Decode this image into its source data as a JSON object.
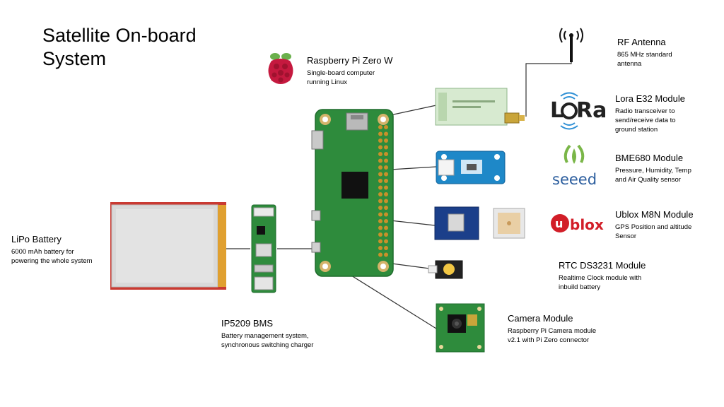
{
  "title": {
    "line1": "Satellite On-board",
    "line2": "System"
  },
  "components": {
    "pi": {
      "name": "Raspberry Pi Zero W",
      "desc": [
        "Single-board computer",
        "running Linux"
      ]
    },
    "rf": {
      "name": "RF Antenna",
      "desc": [
        "865 MHz standard",
        "antenna"
      ]
    },
    "lora": {
      "name": "Lora E32 Module",
      "desc": [
        "Radio transceiver to",
        "send/receive data to",
        "ground station"
      ],
      "logo": "LoRa"
    },
    "bme": {
      "name": "BME680 Module",
      "desc": [
        "Pressure, Humidity, Temp",
        "and Air Quality sensor"
      ],
      "logo": "seeed"
    },
    "ublox": {
      "name": "Ublox M8N Module",
      "desc": [
        "GPS Position and altitude",
        "Sensor"
      ],
      "logo": "blox"
    },
    "rtc": {
      "name": "RTC DS3231 Module",
      "desc": [
        "Realtime Clock module with",
        "inbuild battery"
      ]
    },
    "camera": {
      "name": "Camera Module",
      "desc": [
        "Raspberry Pi Camera module",
        "v2.1 with Pi Zero connector"
      ]
    },
    "bms": {
      "name": "IP5209 BMS",
      "desc": [
        "Battery management system,",
        "synchronous switching charger"
      ]
    },
    "battery": {
      "name": "LiPo Battery",
      "desc": [
        "6000 mAh battery for",
        "powering the whole system"
      ]
    }
  },
  "colors": {
    "pcb_green": "#2e8b3c",
    "pcb_dark": "#1f6b2c",
    "header_gold": "#c9902a",
    "lora_green": "#d7ead0",
    "grove_blue": "#1e88c8",
    "gps_blue": "#1b3f8a",
    "battery_silver": "#d9d9d9",
    "battery_red": "#c93a32",
    "raspberry_red": "#c5193f",
    "lora_blue": "#2d8fd5",
    "seeed_green": "#7ab648",
    "ublox_red": "#d21e28"
  },
  "icons": [
    "raspberry-pi-logo-icon",
    "antenna-icon",
    "lora-logo-icon",
    "seeed-logo-icon",
    "ublox-logo-icon"
  ]
}
